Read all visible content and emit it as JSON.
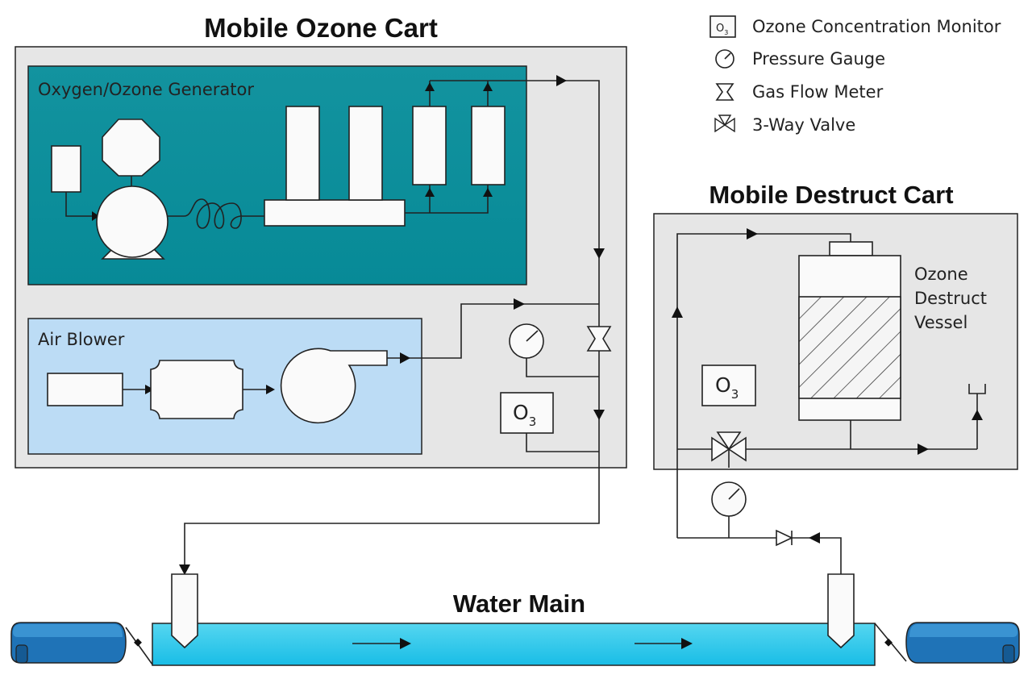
{
  "titles": {
    "ozone_cart": "Mobile Ozone Cart",
    "destruct_cart": "Mobile Destruct Cart",
    "water_main": "Water Main"
  },
  "sections": {
    "generator": "Oxygen/Ozone Generator",
    "air_blower": "Air Blower",
    "destruct_vessel": [
      "Ozone",
      "Destruct",
      "Vessel"
    ]
  },
  "monitor_label": "O",
  "monitor_subscript": "3",
  "legend": [
    {
      "icon": "ozone-monitor-icon",
      "label": "Ozone Concentration Monitor"
    },
    {
      "icon": "pressure-gauge-icon",
      "label": "Pressure Gauge"
    },
    {
      "icon": "gas-flow-meter-icon",
      "label": "Gas Flow Meter"
    },
    {
      "icon": "three-way-valve-icon",
      "label": "3-Way Valve"
    }
  ],
  "colors": {
    "generator_fill": "#0e8f9b",
    "air_blower_fill": "#bcdcf5",
    "cart_fill": "#e6e6e6",
    "water_main_fill": "#2ec7ea",
    "end_pipe_fill": "#1f73b7"
  }
}
